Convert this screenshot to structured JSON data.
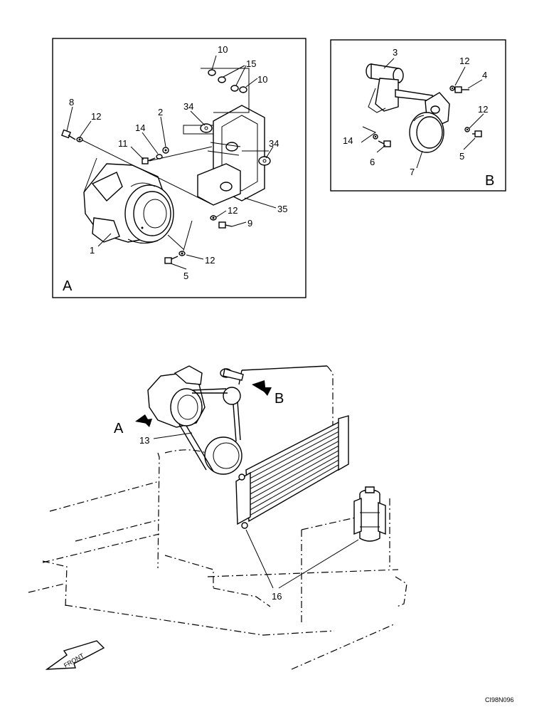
{
  "panel_a": {
    "letter": "A",
    "callouts": [
      "10",
      "15",
      "10",
      "34",
      "8",
      "12",
      "14",
      "2",
      "11",
      "34",
      "12",
      "9",
      "35",
      "1",
      "12",
      "5"
    ]
  },
  "panel_b": {
    "letter": "B",
    "callouts": [
      "3",
      "12",
      "4",
      "12",
      "14",
      "6",
      "7",
      "5"
    ]
  },
  "main_view": {
    "arrow_a": "A",
    "arrow_b": "B",
    "callouts": [
      "13",
      "16"
    ],
    "front_label": "FRONT"
  },
  "drawing_code": "CI98N096"
}
